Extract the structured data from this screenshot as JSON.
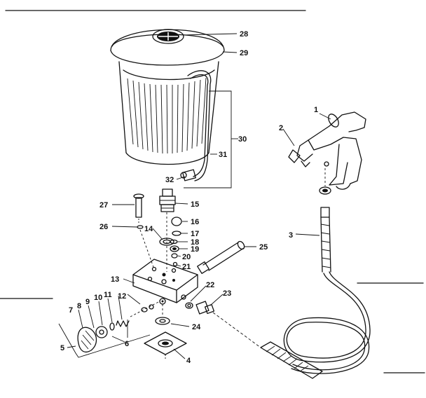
{
  "diagram": {
    "part_numbers": [
      "1",
      "2",
      "3",
      "4",
      "5",
      "6",
      "7",
      "8",
      "9",
      "10",
      "11",
      "12",
      "13",
      "14",
      "15",
      "16",
      "17",
      "18",
      "19",
      "20",
      "21",
      "22",
      "23",
      "24",
      "25",
      "26",
      "27",
      "28",
      "29",
      "30",
      "31",
      "32"
    ]
  }
}
